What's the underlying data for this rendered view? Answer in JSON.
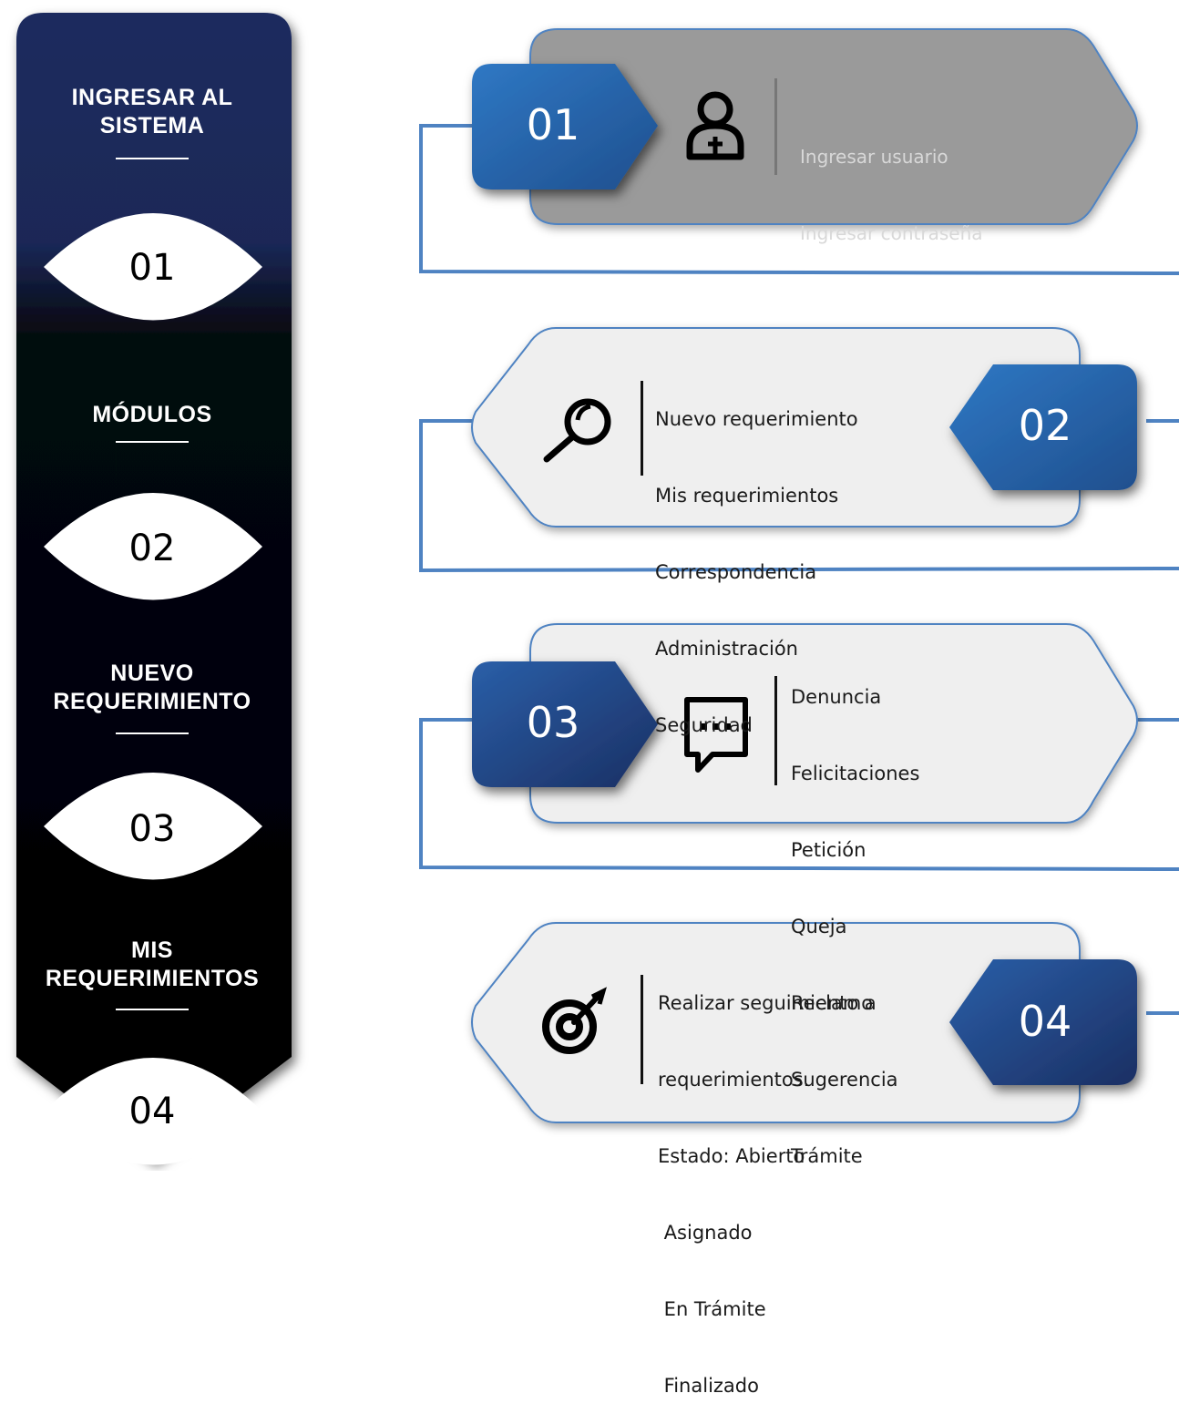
{
  "colors": {
    "sidebar_top": "#1a2a5c",
    "sidebar_bottom": "#000000",
    "badge_blue": "#2a6db5",
    "frame_line": "#4f83c2",
    "card_gray": "#9c9c9c",
    "card_light": "#efefef"
  },
  "sidebar": {
    "sections": [
      {
        "title_lines": [
          "INGRESAR AL",
          "SISTEMA"
        ],
        "number": "01"
      },
      {
        "title_lines": [
          "MÓDULOS"
        ],
        "number": "02"
      },
      {
        "title_lines": [
          "NUEVO",
          "REQUERIMIENTO"
        ],
        "number": "03"
      },
      {
        "title_lines": [
          "MIS",
          "REQUERIMIENTOS"
        ],
        "number": "04"
      }
    ]
  },
  "steps": [
    {
      "number": "01",
      "icon": "user-icon",
      "lines": [
        "Ingresar usuario",
        "Ingresar contraseña"
      ]
    },
    {
      "number": "02",
      "icon": "search-icon",
      "lines": [
        "Nuevo requerimiento",
        "Mis requerimientos",
        "Correspondencia",
        "Administración",
        "Seguridad"
      ]
    },
    {
      "number": "03",
      "icon": "chat-icon",
      "lines": [
        "Denuncia",
        "Felicitaciones",
        "Petición",
        "Queja",
        "Reclamo",
        "Sugerencia",
        "Trámite"
      ]
    },
    {
      "number": "04",
      "icon": "target-icon",
      "lines": [
        "Realizar seguimiento a",
        "requerimientos.",
        "Estado: Abierto",
        " Asignado",
        " En Trámite",
        " Finalizado"
      ]
    }
  ]
}
